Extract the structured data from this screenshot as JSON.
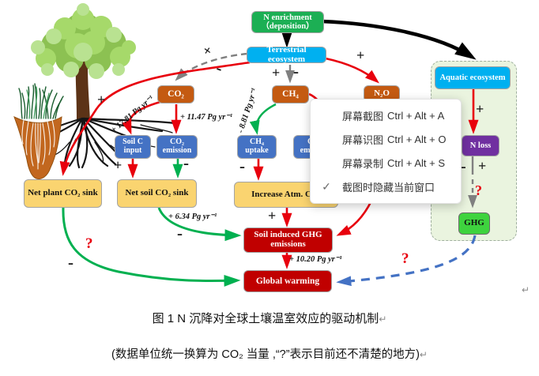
{
  "diagram": {
    "boxes": {
      "n_enrichment": {
        "line1": "N enrichment",
        "line2": "（deposition）"
      },
      "terrestrial": {
        "label": "Terrestrial ecosystem"
      },
      "aquatic": {
        "label": "Aquatic ecosystem"
      },
      "co2": {
        "label": "CO₂"
      },
      "ch4": {
        "label": "CH₄"
      },
      "n2o": {
        "label": "N₂O"
      },
      "soil_c_input": {
        "line1": "Soil C",
        "line2": "input"
      },
      "co2_emission": {
        "line1": "CO₂",
        "line2": "emission"
      },
      "ch4_uptake": {
        "line1": "CH₄",
        "line2": "uptake"
      },
      "ch4_emission": {
        "line1": "CH₄",
        "line2": "emission"
      },
      "net_plant_sink": {
        "label": "Net plant CO₂ sink"
      },
      "net_soil_sink": {
        "label": "Net soil CO₂ sink"
      },
      "increase_atm": {
        "label": "Increase Atm. CH₄"
      },
      "soil_ghg": {
        "line1": "Soil induced GHG",
        "line2": "emissions"
      },
      "global_warming": {
        "label": "Global warming"
      },
      "n_loss": {
        "label": "N loss"
      },
      "ghg": {
        "label": "GHG"
      }
    },
    "flux_labels": {
      "npp": "+ 17.81 Pg yr⁻¹",
      "co2_emission": "+ 11.47 Pg yr⁻¹",
      "ch4_uptake": "- 8.81 Pg yr⁻¹",
      "net_soil": "+ 6.34 Pg yr⁻¹",
      "total": "+ 10.20 Pg yr⁻¹"
    },
    "signs": {
      "co2_plus": "+",
      "co2_minus": "-",
      "ch4_plus": "+",
      "ch4_minus": "-",
      "n2o_plus": "+",
      "tree_plus": "+",
      "soilc_plus": "+",
      "co2em_minus": "-",
      "uptake_minus": "-",
      "incr_plus": "+",
      "netsoil_minus": "-",
      "netplant_q": "?",
      "netplant_minus": "-",
      "aquatic_plus": "+",
      "nloss_minus": "-",
      "nloss_plus": "+",
      "nloss_q": "?",
      "ghg_q": "?"
    },
    "colors": {
      "green_box": "#1CAF54",
      "cyan_box": "#00B0F0",
      "orange_box": "#C45A11",
      "blue_box": "#4472C4",
      "yellow_box": "#FAD470",
      "red_box": "#C00000",
      "purple_box": "#7030A0",
      "ghg_green": "#3ED33E",
      "panel_bg": "#EAF4DF",
      "arrow_red": "#E8000D",
      "arrow_green": "#00B050",
      "arrow_gray": "#808080",
      "arrow_blue": "#4472C4",
      "arrow_black": "#000000"
    }
  },
  "popup": {
    "items": [
      {
        "check": "",
        "label": "屏幕截图",
        "shortcut": "Ctrl + Alt + A"
      },
      {
        "check": "",
        "label": "屏幕识图",
        "shortcut": "Ctrl + Alt + O"
      },
      {
        "check": "",
        "label": "屏幕录制",
        "shortcut": "Ctrl + Alt + S"
      },
      {
        "check": "✓",
        "label": "截图时隐藏当前窗口",
        "shortcut": ""
      }
    ]
  },
  "captions": {
    "title": "图 1 N 沉降对全球土壤温室效应的驱动机制",
    "note": "(数据单位统一换算为 CO₂ 当量 ,“?”表示目前还不清楚的地方)",
    "para_mark": "↵"
  }
}
